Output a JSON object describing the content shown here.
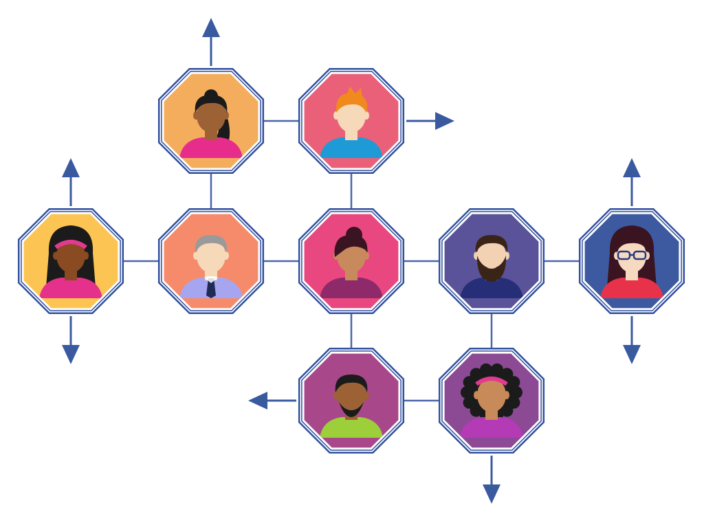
{
  "palette": {
    "line": "#4a66a8",
    "frame": "#2f4f9e",
    "arrow": "#3a5aa0"
  },
  "network": {
    "nodes": [
      {
        "id": "n-woman-ponytail",
        "icon": "woman-ponytail-icon",
        "bg": "#f4ad5d",
        "skin": "#9d6136",
        "hair": "#1b1b1b",
        "shirt": "#e62d8c",
        "hairstyle": "ponytail",
        "accessory": "none"
      },
      {
        "id": "n-man-orange-hair",
        "icon": "man-orange-hair-icon",
        "bg": "#ea6079",
        "skin": "#f6d9b8",
        "hair": "#f08a1d",
        "shirt": "#1e9ad6",
        "hairstyle": "spiky",
        "accessory": "none"
      },
      {
        "id": "n-woman-headband",
        "icon": "woman-headband-icon",
        "bg": "#fcc553",
        "skin": "#8a4a22",
        "hair": "#1b1b1b",
        "shirt": "#e6318c",
        "hairstyle": "long",
        "accessory": "headband"
      },
      {
        "id": "n-man-grey-hair",
        "icon": "man-grey-hair-icon",
        "bg": "#f68b6c",
        "skin": "#f6d9b8",
        "hair": "#9a9a9a",
        "shirt": "#a6a6f0",
        "hairstyle": "short",
        "accessory": "tie"
      },
      {
        "id": "n-woman-bun",
        "icon": "woman-bun-icon",
        "bg": "#e8487f",
        "skin": "#c88a5c",
        "hair": "#3a1420",
        "shirt": "#8e2a6a",
        "hairstyle": "bun",
        "accessory": "none"
      },
      {
        "id": "n-man-beard",
        "icon": "man-beard-icon",
        "bg": "#5a5399",
        "skin": "#f2d2b2",
        "hair": "#3a2418",
        "shirt": "#262e78",
        "hairstyle": "short",
        "accessory": "beard"
      },
      {
        "id": "n-woman-glasses",
        "icon": "woman-glasses-icon",
        "bg": "#3d5aa0",
        "skin": "#f7d9c0",
        "hair": "#3a1420",
        "shirt": "#e8324a",
        "hairstyle": "long",
        "accessory": "glasses"
      },
      {
        "id": "n-man-goatee",
        "icon": "man-goatee-icon",
        "bg": "#a8478a",
        "skin": "#9d6136",
        "hair": "#1b1b1b",
        "shirt": "#9ccf3a",
        "hairstyle": "short",
        "accessory": "goatee"
      },
      {
        "id": "n-woman-curly",
        "icon": "woman-curly-hair-icon",
        "bg": "#8c4a94",
        "skin": "#c98a5a",
        "hair": "#1b1b1b",
        "shirt": "#b43ab6",
        "hairstyle": "curly",
        "accessory": "headband"
      }
    ],
    "links": [
      [
        "n-woman-ponytail",
        "n-man-orange-hair"
      ],
      [
        "n-woman-ponytail",
        "n-man-grey-hair"
      ],
      [
        "n-man-orange-hair",
        "n-woman-bun"
      ],
      [
        "n-woman-headband",
        "n-man-grey-hair"
      ],
      [
        "n-man-grey-hair",
        "n-woman-bun"
      ],
      [
        "n-woman-bun",
        "n-man-beard"
      ],
      [
        "n-man-beard",
        "n-woman-glasses"
      ],
      [
        "n-woman-bun",
        "n-man-goatee"
      ],
      [
        "n-man-beard",
        "n-woman-curly"
      ],
      [
        "n-man-goatee",
        "n-woman-curly"
      ]
    ],
    "arrows": [
      {
        "from": "n-woman-ponytail",
        "direction": "up"
      },
      {
        "from": "n-man-orange-hair",
        "direction": "right"
      },
      {
        "from": "n-woman-headband",
        "direction": "up"
      },
      {
        "from": "n-woman-headband",
        "direction": "down"
      },
      {
        "from": "n-woman-glasses",
        "direction": "up"
      },
      {
        "from": "n-woman-glasses",
        "direction": "down"
      },
      {
        "from": "n-man-goatee",
        "direction": "left"
      },
      {
        "from": "n-woman-curly",
        "direction": "down"
      }
    ]
  }
}
